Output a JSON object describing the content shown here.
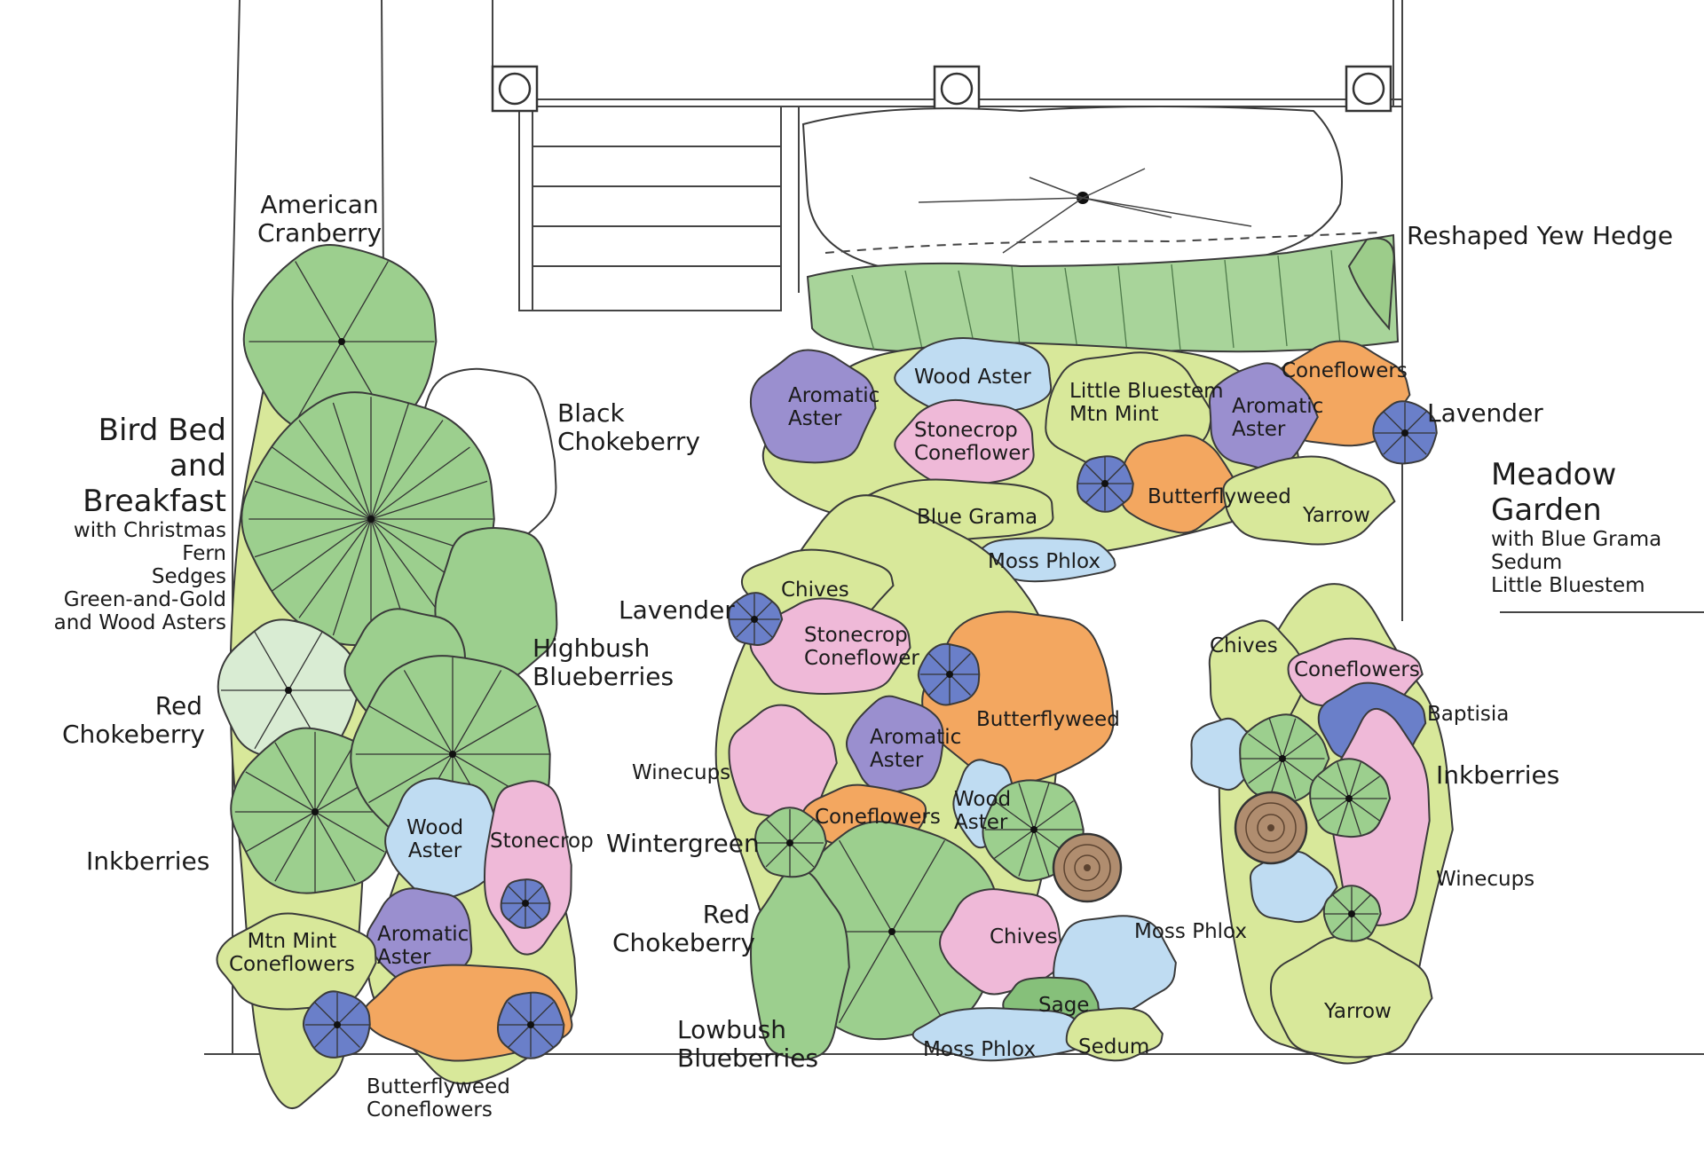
{
  "colors": {
    "green": "#9ccf8e",
    "dark_green": "#6fae6d",
    "lime": "#d8e89a",
    "pink": "#efb9d8",
    "blue": "#bfdcf2",
    "purple": "#9a8fcf",
    "orange": "#f3a760",
    "navy": "#6a7fc9",
    "stump": "#a9886c",
    "line": "#3a3a3a"
  },
  "titles": {
    "bird_title_1": "Bird Bed and",
    "bird_title_2": "Breakfast",
    "bird_sub": [
      "with Christmas Fern",
      "Sedges",
      "Green-and-Gold",
      "and Wood Asters"
    ],
    "meadow_title_1": "Meadow",
    "meadow_title_2": "Garden",
    "meadow_sub": [
      "with Blue Grama",
      "Sedum",
      "Little Bluestem"
    ]
  },
  "labels": {
    "american_cranberry": [
      "American",
      "Cranberry"
    ],
    "black_chokeberry": [
      "Black",
      "Chokeberry"
    ],
    "red_chokeberry_left": [
      "Red",
      "Chokeberry"
    ],
    "highbush": [
      "Highbush",
      "Blueberries"
    ],
    "inkberries_left": "Inkberries",
    "wood_aster_left": [
      "Wood",
      "Aster"
    ],
    "stonecrop_left": "Stonecrop",
    "aromatic_aster_left": [
      "Aromatic",
      "Aster"
    ],
    "mtn_mint_coneflowers": [
      "Mtn Mint",
      "Coneflowers"
    ],
    "butterflyweed_coneflowers": [
      "Butterflyweed",
      "Coneflowers"
    ],
    "reshaped_yew": "Reshaped Yew Hedge",
    "aromatic_aster_top": [
      "Aromatic",
      "Aster"
    ],
    "wood_aster_top": "Wood Aster",
    "little_bluestem": [
      "Little Bluestem",
      "Mtn Mint"
    ],
    "coneflowers_top": "Coneflowers",
    "aromatic_aster_top_right": [
      "Aromatic",
      "Aster"
    ],
    "lavender_right": "Lavender",
    "stonecrop_coneflower_top": [
      "Stonecrop",
      "Coneflower"
    ],
    "butterflyweed_top": "Butterflyweed",
    "blue_grama": "Blue Grama",
    "yarrow_top": "Yarrow",
    "moss_phlox_top": "Moss Phlox",
    "chives_mid": "Chives",
    "lavender_mid": "Lavender",
    "stonecrop_coneflower_mid": [
      "Stonecrop",
      "Coneflower"
    ],
    "butterflyweed_mid": "Butterflyweed",
    "aromatic_aster_mid": [
      "Aromatic",
      "Aster"
    ],
    "winecups_mid": "Winecups",
    "wintergreen": "Wintergreen",
    "coneflowers_mid": "Coneflowers",
    "wood_aster_mid": [
      "Wood",
      "Aster"
    ],
    "red_chokeberry_mid": [
      "Red",
      "Chokeberry"
    ],
    "chives_low": "Chives",
    "moss_phlox_right": "Moss Phlox",
    "sage": "Sage",
    "lowbush": [
      "Lowbush",
      "Blueberries"
    ],
    "moss_phlox_bottom": "Moss Phlox",
    "sedum": "Sedum",
    "chives_right": "Chives",
    "coneflowers_right": "Coneflowers",
    "baptisia": "Baptisia",
    "inkberries_right": "Inkberries",
    "winecups_right": "Winecups",
    "yarrow_right": "Yarrow"
  }
}
